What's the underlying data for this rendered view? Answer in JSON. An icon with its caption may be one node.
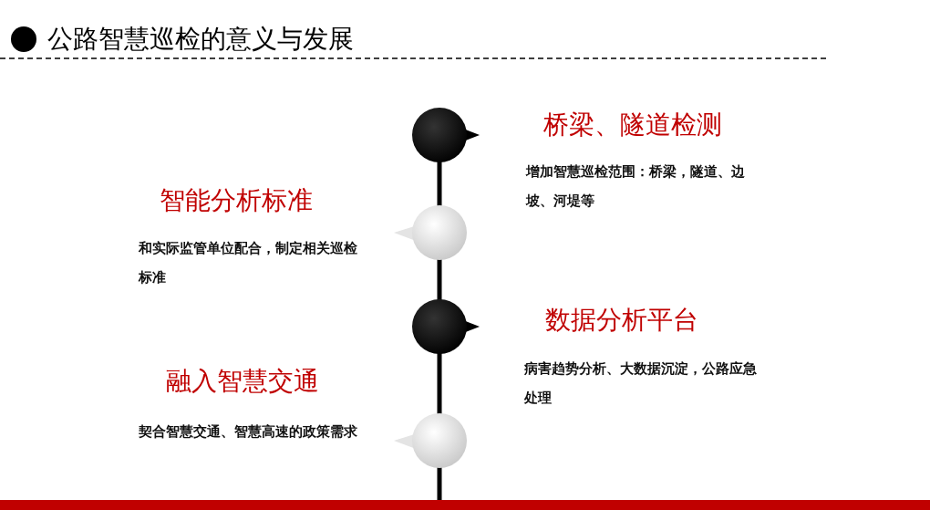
{
  "diagram": {
    "title": "公路智慧巡检的意义与发展",
    "labels": [
      "桥梁、隧道检测",
      "增加智慧巡检范围：桥梁，隧道、边坡、河堤等",
      "智能分析标准",
      "和实际监管单位配合，制定相关巡检标准",
      "数据分析平台",
      "病害趋势分析、大数据沉淀，公路应急处理",
      "融入智慧交通",
      "契合智慧交通、智慧高速的政策需求"
    ]
  }
}
